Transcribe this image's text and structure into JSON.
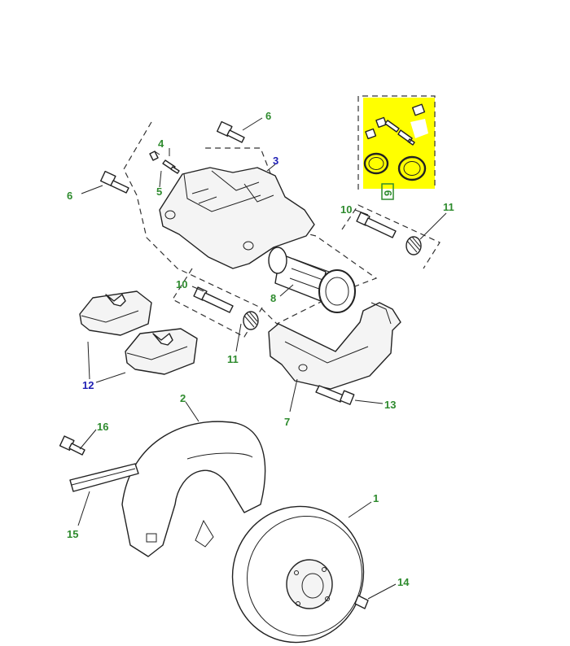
{
  "colors": {
    "green_callout": "#2e8b2e",
    "blue_callout": "#1e1eb4",
    "highlight": "#ffff00",
    "line": "#222222"
  },
  "callouts": [
    {
      "id": "c1",
      "label": "1",
      "color": "green"
    },
    {
      "id": "c2",
      "label": "2",
      "color": "green"
    },
    {
      "id": "c3",
      "label": "3",
      "color": "blue"
    },
    {
      "id": "c4",
      "label": "4",
      "color": "green"
    },
    {
      "id": "c5",
      "label": "5",
      "color": "green"
    },
    {
      "id": "c6a",
      "label": "6",
      "color": "green"
    },
    {
      "id": "c6b",
      "label": "6",
      "color": "green"
    },
    {
      "id": "c7",
      "label": "7",
      "color": "green"
    },
    {
      "id": "c8",
      "label": "8",
      "color": "green"
    },
    {
      "id": "c9",
      "label": "9",
      "color": "green"
    },
    {
      "id": "c10a",
      "label": "10",
      "color": "green"
    },
    {
      "id": "c10b",
      "label": "10",
      "color": "green"
    },
    {
      "id": "c11a",
      "label": "11",
      "color": "green"
    },
    {
      "id": "c11b",
      "label": "11",
      "color": "green"
    },
    {
      "id": "c12",
      "label": "12",
      "color": "blue"
    },
    {
      "id": "c13",
      "label": "13",
      "color": "green"
    },
    {
      "id": "c14",
      "label": "14",
      "color": "green"
    },
    {
      "id": "c15",
      "label": "15",
      "color": "green"
    },
    {
      "id": "c16",
      "label": "16",
      "color": "green"
    }
  ]
}
